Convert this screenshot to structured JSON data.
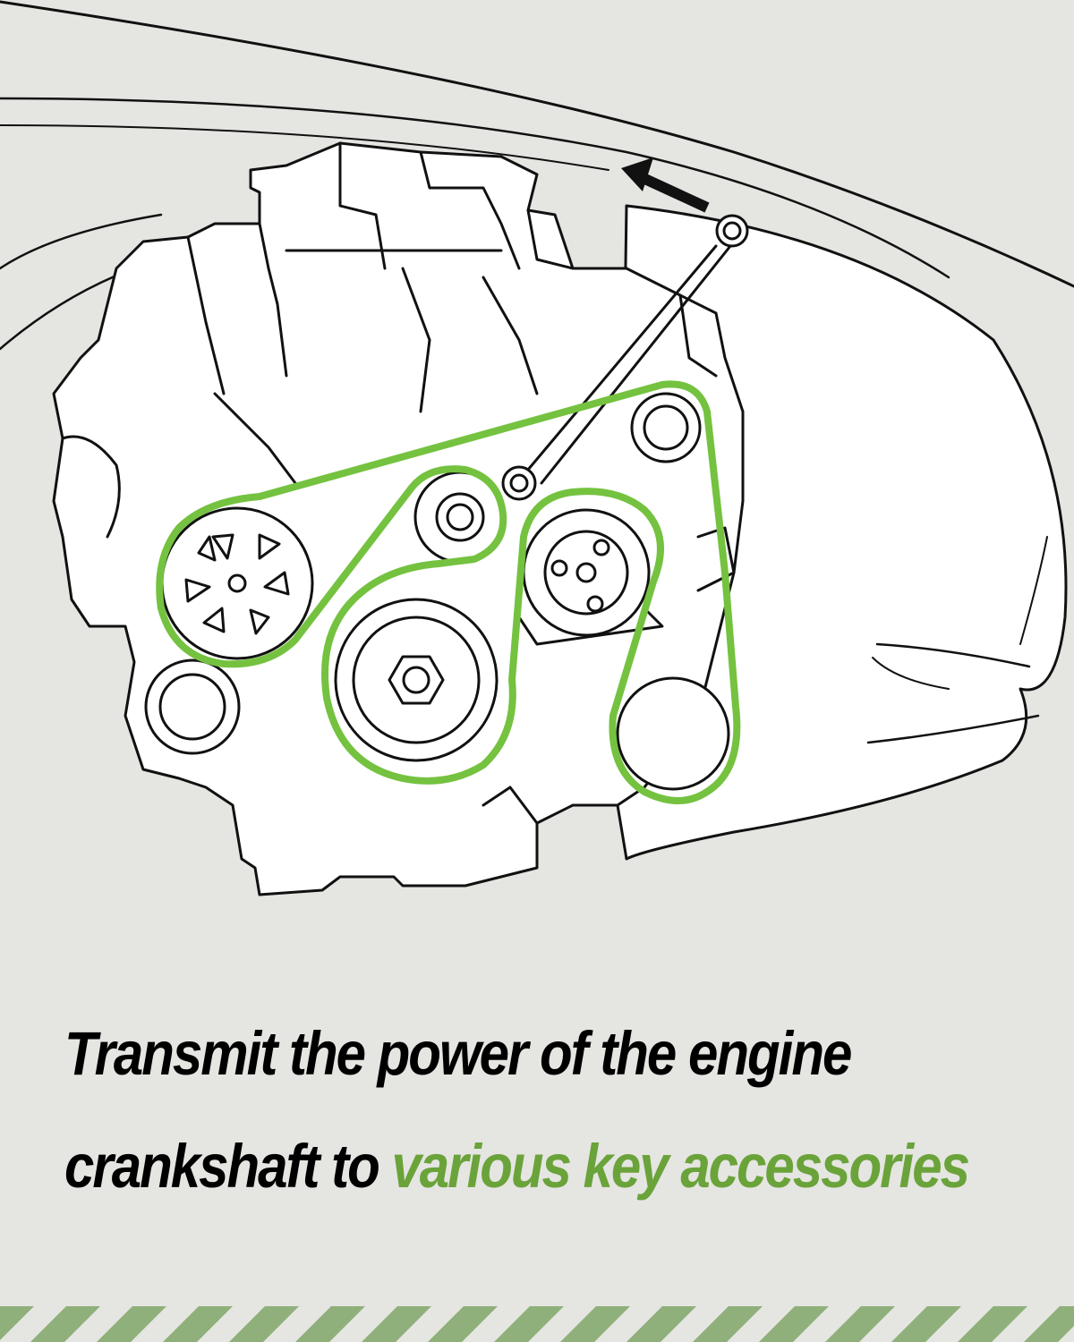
{
  "caption": {
    "line1": "Transmit the power of the engine",
    "line2_plain": "crankshaft to ",
    "line2_highlight": "various key accessories"
  },
  "colors": {
    "background": "#e5e5e2",
    "belt": "#74c23f",
    "accent_text": "#6aa33a",
    "stripe": "#8fb07a",
    "line_art": "#111111"
  },
  "icons": {
    "tension_direction": "arrow-up-left-icon"
  }
}
